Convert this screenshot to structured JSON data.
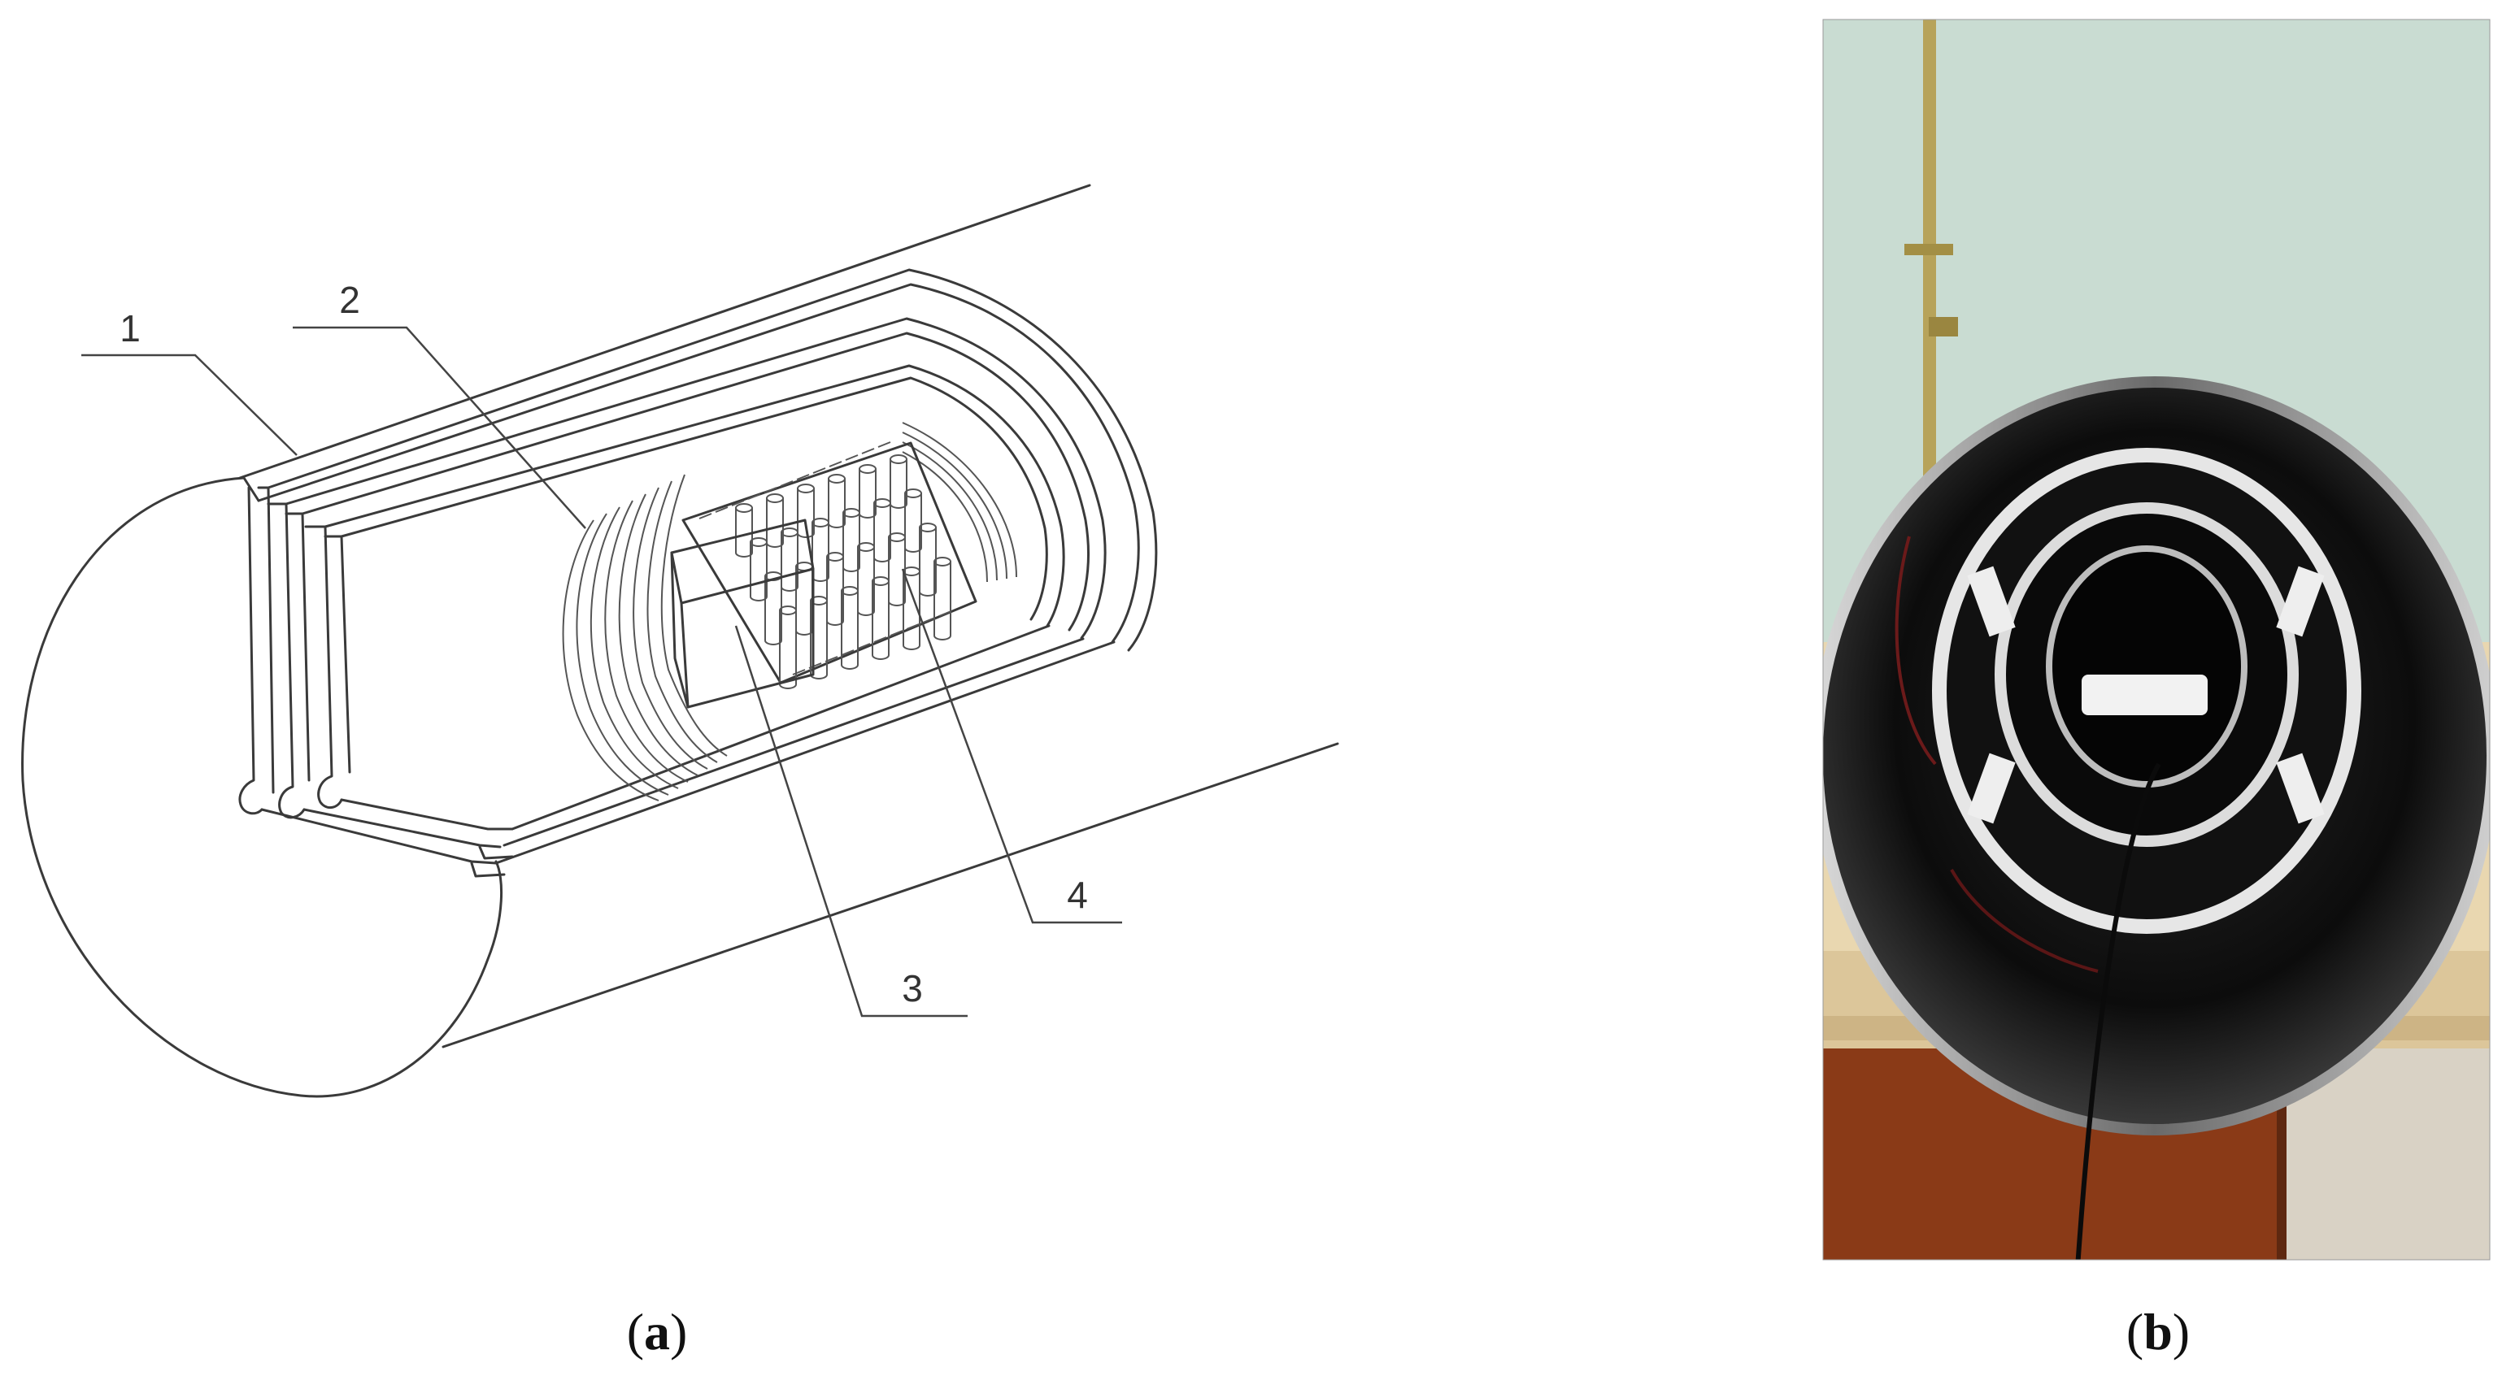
{
  "panels": [
    {
      "id": "a",
      "caption_open": "(",
      "caption_letter": "a",
      "caption_close": ")"
    },
    {
      "id": "b",
      "caption_open": "(",
      "caption_letter": "b",
      "caption_close": ")"
    }
  ],
  "callouts": [
    {
      "number": "1"
    },
    {
      "number": "2"
    },
    {
      "number": "3"
    },
    {
      "number": "4"
    }
  ],
  "colors": {
    "line": "#3a3a3a",
    "wall": "#c9dcd2",
    "tube_dark": "#111111",
    "wood": "#e9d7b0",
    "cabinet": "#8a3a17",
    "sample": "#f2f2f2"
  }
}
